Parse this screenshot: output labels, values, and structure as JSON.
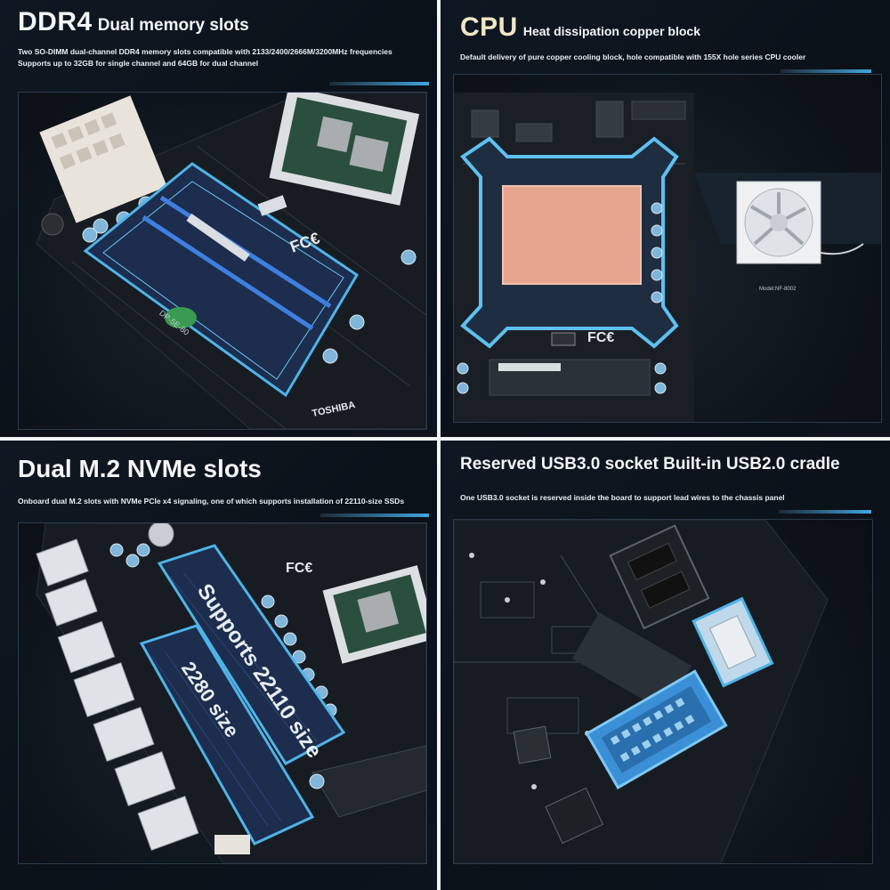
{
  "panels": [
    {
      "id": "ddr4",
      "title_big": "DDR4",
      "title_small": "Dual memory slots",
      "desc_lines": [
        "Two SO-DIMM dual-channel DDR4 memory slots compatible with 2133/2400/2666M/3200MHz frequencies",
        "Supports up to 32GB for single channel and 64GB for dual channel"
      ],
      "board_labels": {
        "brand": "TOSHIBA",
        "fcc": "FC€",
        "size_mark": "DP-5E-80"
      }
    },
    {
      "id": "cpu",
      "title_big": "CPU",
      "title_small": "Heat dissipation copper block",
      "desc_lines": [
        "Default delivery of pure copper cooling block, hole compatible with 155X hole series CPU cooler"
      ],
      "cooler_caption": "Model:NF-8002",
      "board_labels": {
        "fcc": "FC€"
      }
    },
    {
      "id": "m2",
      "title": "Dual M.2 NVMe slots",
      "desc_lines": [
        "Onboard dual M.2 slots with NVMe PCIe x4 signaling, one of which supports installation of 22110-size SSDs"
      ],
      "slot_labels": [
        "Supports 22110 size",
        "2280 size"
      ],
      "board_labels": {
        "fcc": "FC€"
      }
    },
    {
      "id": "usb",
      "title": "Reserved USB3.0 socket Built-in USB2.0 cradle",
      "desc_lines": [
        "One USB3.0 socket is reserved inside the board to support lead wires to the chassis panel"
      ]
    }
  ],
  "colors": {
    "highlight": "#4fb3e8",
    "header_blue": "#3b8fd6",
    "copper": "#e7a58f",
    "board": "#161b21"
  }
}
